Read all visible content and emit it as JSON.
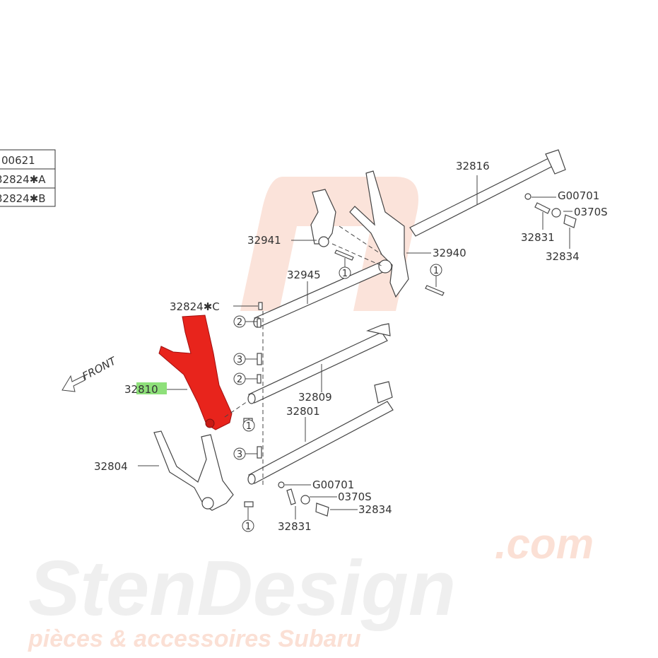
{
  "table": [
    "00621",
    "32824✱A",
    "32824✱B"
  ],
  "watermark": {
    "brand": "StenDesign",
    "domain": ".com",
    "tagline": "pièces & accessoires Subaru"
  },
  "front_label": "FRONT",
  "labels": {
    "p32816": "32816",
    "g00701_top": "G00701",
    "s0370_top": "0370S",
    "p32831_top": "32831",
    "p32834_top": "32834",
    "p32941": "32941",
    "p32940": "32940",
    "p32945": "32945",
    "p32824c": "32824✱C",
    "p32810": "32810",
    "p32809": "32809",
    "p32801": "32801",
    "p32804": "32804",
    "g00701_bot": "G00701",
    "s0370_bot": "0370S",
    "p32834_bot": "32834",
    "p32831_bot": "32831"
  },
  "callouts": [
    "1",
    "1",
    "2",
    "3",
    "2",
    "1",
    "3",
    "1"
  ],
  "colors": {
    "highlight_part": "#e8241c",
    "highlight_label": "#8ee07a",
    "watermark": "#f2f2f2",
    "watermark_accent": "#fbe3da"
  }
}
